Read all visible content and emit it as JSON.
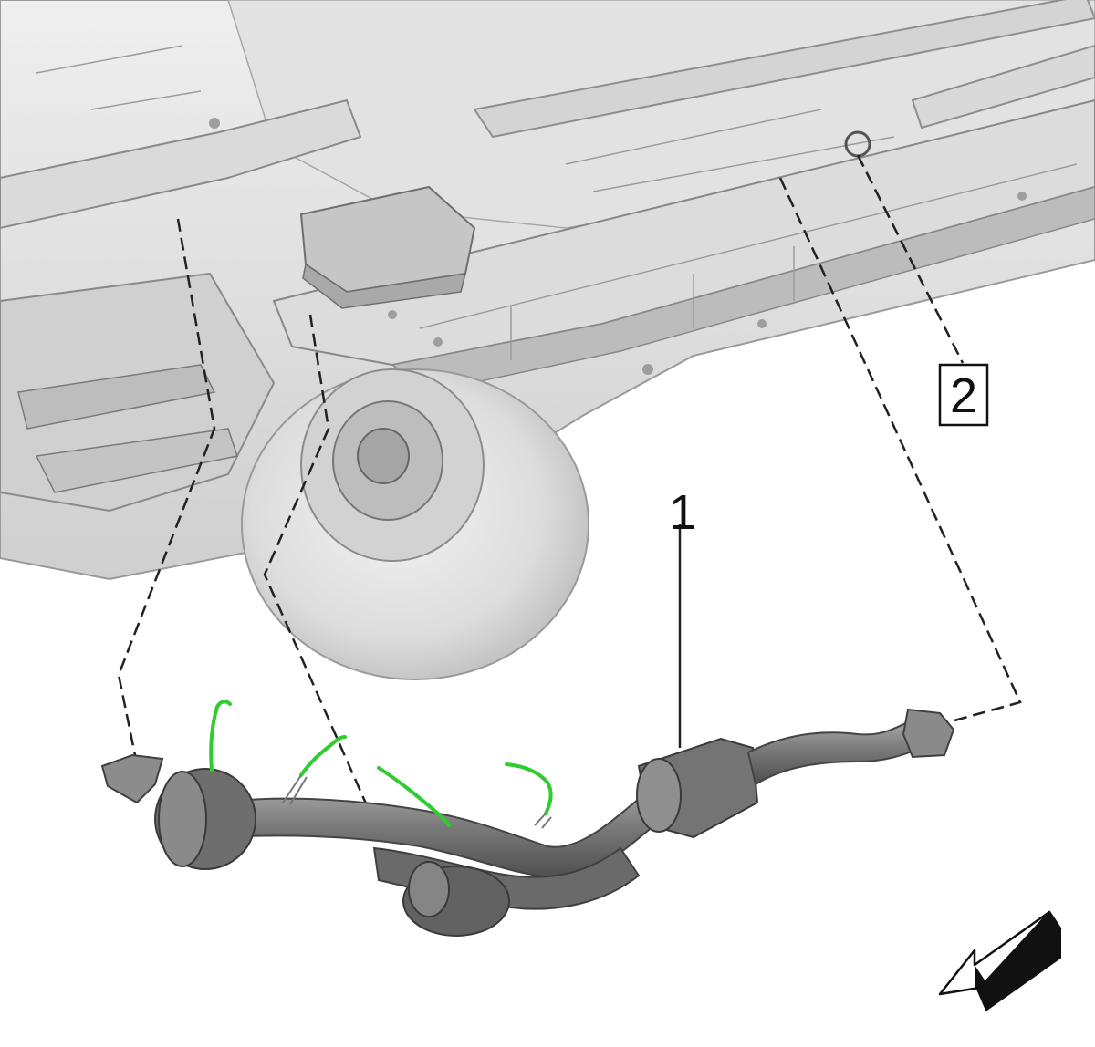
{
  "diagram": {
    "callouts": [
      {
        "id": "1",
        "label": "1",
        "boxed": false
      },
      {
        "id": "2",
        "label": "2",
        "boxed": true
      }
    ],
    "colors": {
      "frame_light": "#e9e9e9",
      "frame_mid": "#c9c9c9",
      "frame_dark": "#8e8e8e",
      "exhaust_dark": "#5e5e5e",
      "exhaust_mid": "#7c7c7c",
      "exhaust_light": "#a3a3a3",
      "sensor_wire": "#2ecc2e",
      "leader_line": "#222222"
    },
    "icons": [
      "forward-direction-arrow-icon"
    ]
  }
}
